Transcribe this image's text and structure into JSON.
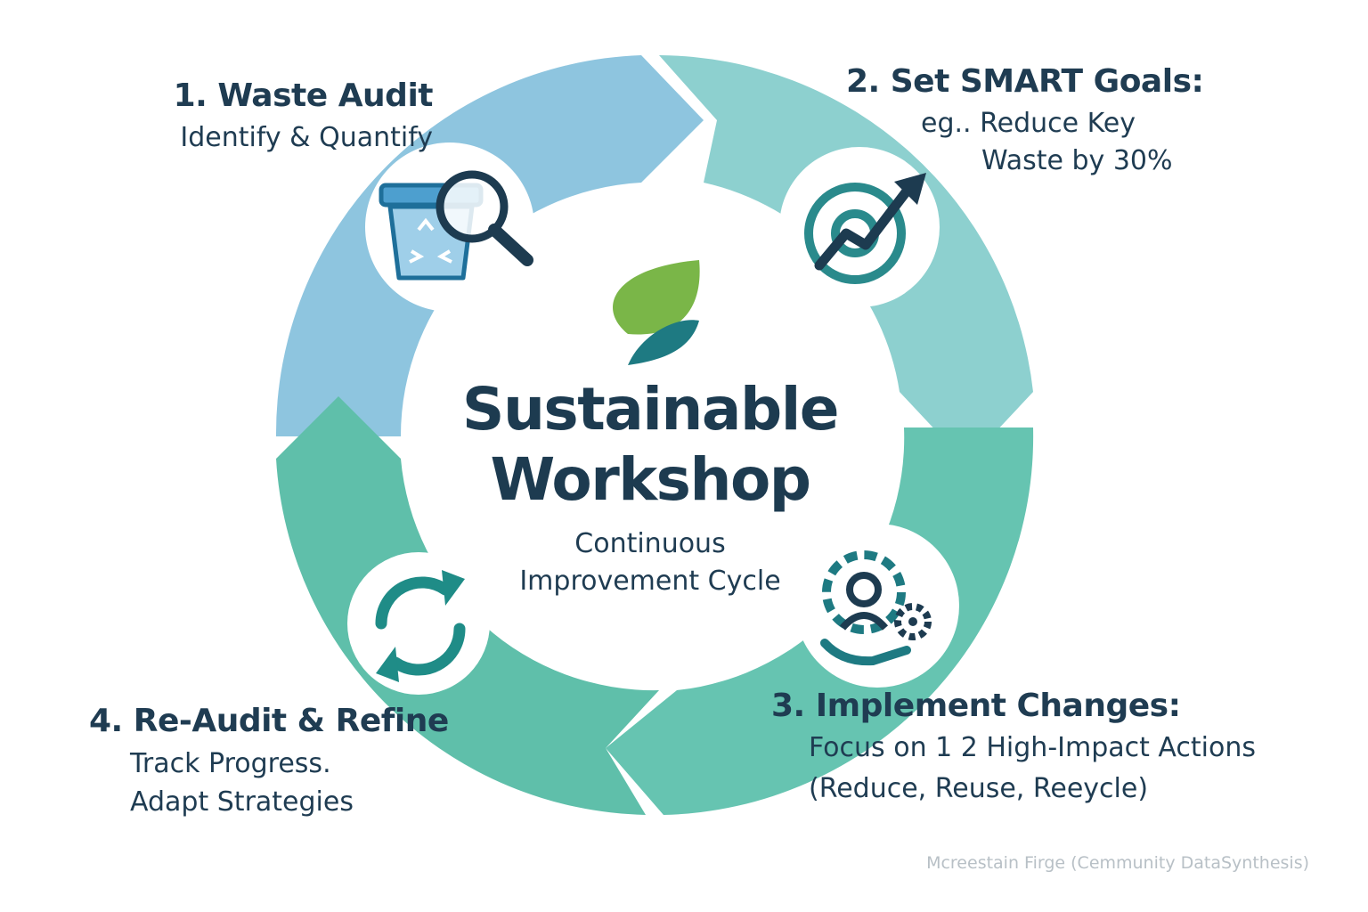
{
  "center": {
    "title_line1": "Sustainable",
    "title_line2": "Workshop",
    "subtitle_line1": "Continuous",
    "subtitle_line2": "Improvement Cycle",
    "leaf_icon": "leaf-icon"
  },
  "stages": [
    {
      "title": "1. Waste Audit",
      "desc_lines": [
        "Identify & Quantify"
      ],
      "icon": "waste-bin-magnifier-icon",
      "color": "#8ec5df"
    },
    {
      "title": "2. Set SMART Goals:",
      "desc_lines": [
        "eg.. Reduce Key",
        "Waste by 30%"
      ],
      "icon": "target-arrow-icon",
      "color": "#8dd0cf"
    },
    {
      "title": "3. Implement Changes:",
      "desc_lines": [
        "Focus on 1 2 High-Impact Actions",
        "(Reduce, Reuse, Reeycle)"
      ],
      "icon": "gear-hand-icon",
      "color": "#66c4b1"
    },
    {
      "title": "4. Re-Audit & Refine",
      "desc_lines": [
        "Track Progress.",
        "Adapt Strategies"
      ],
      "icon": "refresh-arrows-icon",
      "color": "#5fbfaa"
    }
  ],
  "colors": {
    "dark_teal": "#1e7a82",
    "navy": "#1d3b50",
    "leaf_green": "#7ab648"
  },
  "watermark": "Mcreestain Firge (Cemmunity DataSynthesis)"
}
